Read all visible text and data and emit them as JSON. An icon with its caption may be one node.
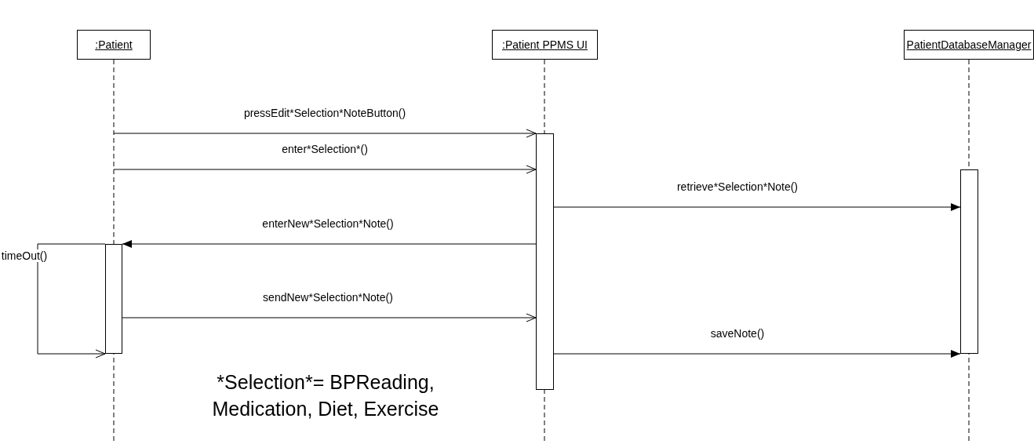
{
  "diagram": {
    "nodes": [
      {
        "text": [
          ":Patient"
        ]
      },
      {
        "text": [
          ":Patient PPMS UI"
        ]
      },
      {
        "text": [
          "PatientDatabaseManager"
        ]
      },
      {
        "text": [],
        "shape": "bar",
        "in": 0
      },
      {
        "text": [],
        "shape": "bar",
        "in": 1
      },
      {
        "text": [],
        "shape": "bar",
        "in": 2
      }
    ],
    "edges": [
      {
        "from": 0,
        "to": 4,
        "arrow": "to",
        "label": "pressEdit*Selection*NoteButton()"
      },
      {
        "from": 0,
        "to": 4,
        "arrow": "to",
        "label": "enter*Selection*()"
      },
      {
        "from": 4,
        "to": 5,
        "arrow": "to",
        "label": "retrieve*Selection*Note()"
      },
      {
        "from": 4,
        "to": 3,
        "arrow": "to",
        "label": "enterNew*Selection*Note()"
      },
      {
        "from": 3,
        "to": 3,
        "arrow": "to",
        "label": "timeOut()"
      },
      {
        "from": 3,
        "to": 4,
        "arrow": "to",
        "label": "sendNew*Selection*Note()"
      },
      {
        "from": 4,
        "to": 5,
        "arrow": "to",
        "label": "saveNote()"
      }
    ],
    "labels": [
      "*Selection*= BPReading, Medication, Diet, Exercise"
    ]
  }
}
